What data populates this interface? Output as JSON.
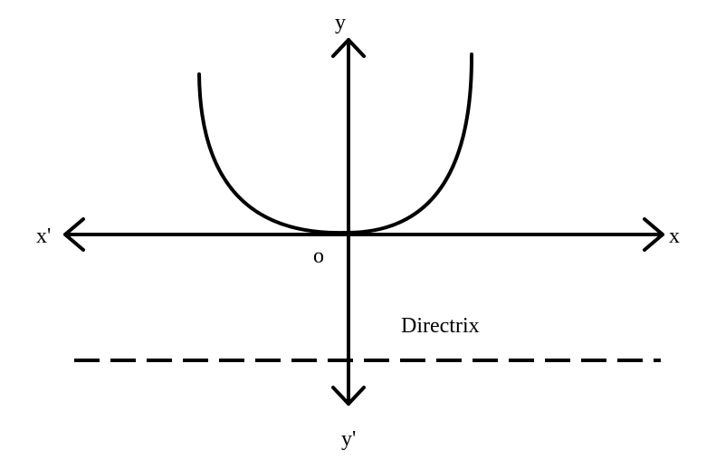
{
  "labels": {
    "x_positive": "x",
    "x_negative": "x'",
    "y_positive": "y",
    "y_negative": "y'",
    "origin": "o",
    "directrix": "Directrix"
  },
  "colors": {
    "ink": "#000000",
    "background": "#ffffff"
  },
  "shapes": {
    "curve": "parabola opening upward with vertex at origin",
    "directrix_line": "dashed horizontal line below x-axis"
  }
}
